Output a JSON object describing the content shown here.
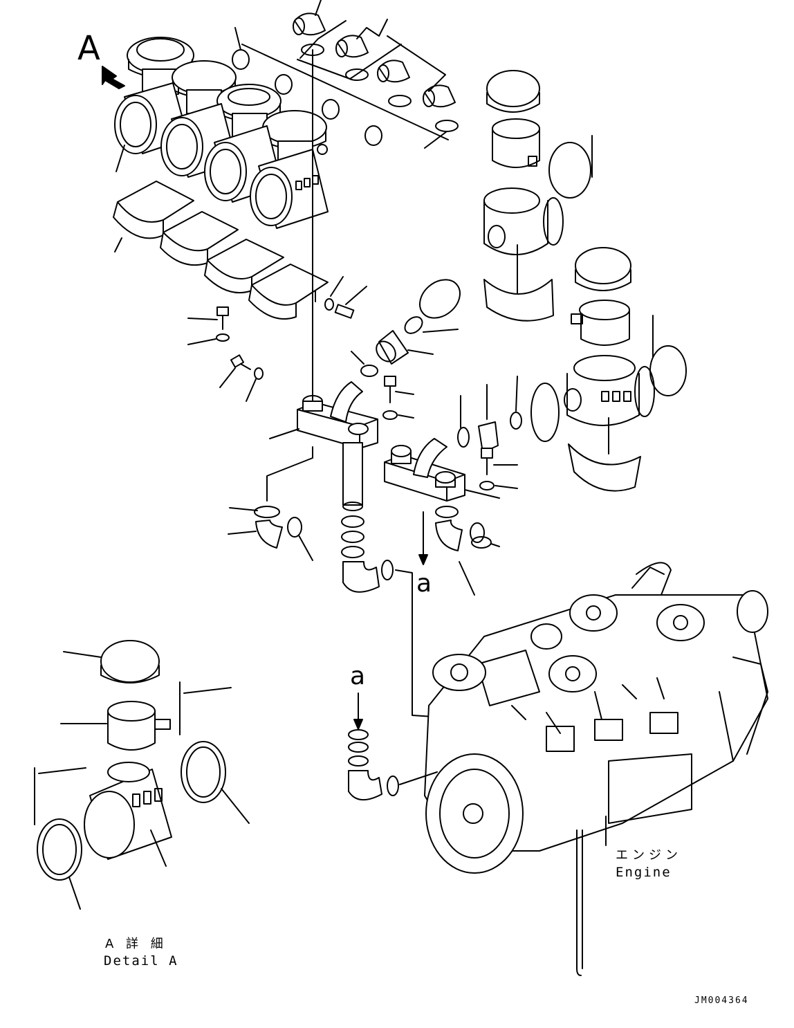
{
  "labels": {
    "view_a": "A",
    "flow_a_upper": "a",
    "flow_a_lower": "a",
    "engine_jp": "エンジン",
    "engine_en": "Engine",
    "detail_jp": "A 詳 細",
    "detail_en": "Detail A",
    "drawing_code": "JM004364"
  }
}
